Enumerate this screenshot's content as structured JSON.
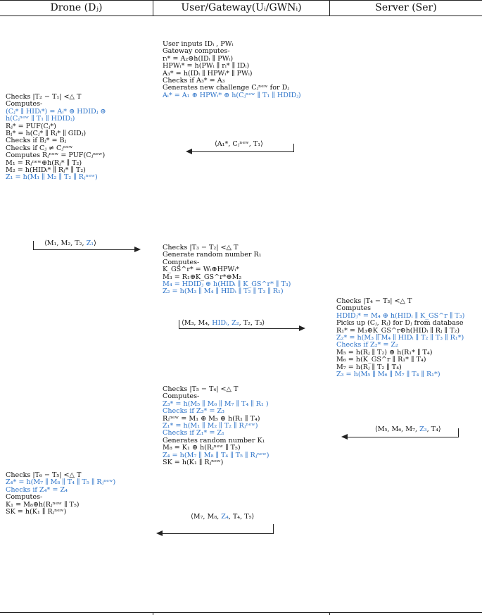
{
  "headers": {
    "drone": "Drone (Dⱼ)",
    "gateway": "User/Gateway(Uᵢ/GWNᵢ)",
    "server": "Server (Ser)"
  },
  "gateway_block1": [
    {
      "t": "User inputs IDᵢ , PWᵢ",
      "c": "k"
    },
    {
      "t": "Gateway computes-",
      "c": "k"
    },
    {
      "t": "rᵢ* = A₂⊕h(IDᵢ ∥ PWᵢ)",
      "c": "k"
    },
    {
      "t": "HPWᵢ* = h(PWᵢ ∥  rᵢ* ∥ IDᵢ)",
      "c": "k"
    },
    {
      "t": "A₃* = h(IDᵢ ∥  HPWᵢ* ∥ PWᵢ)",
      "c": "k"
    },
    {
      "t": "Checks if A₃* = A₃",
      "c": "k"
    },
    {
      "t": "Generates new challenge Cⱼⁿᵉʷ for Dⱼ",
      "c": "k"
    },
    {
      "t": "Aᵢ* = A₁ ⊕ HPWᵢ* ⊕ h(Cⱼⁿᵉʷ ∥ T₁ ∥ HDIDⱼ)",
      "c": "b"
    }
  ],
  "msg1": "⟨A₁*, Cⱼⁿᵉʷ, T₁⟩",
  "drone_block1": [
    {
      "t": "Checks |T₂ − T₁| <△ T",
      "c": "k"
    },
    {
      "t": "Computes-",
      "c": "k"
    },
    {
      "t": "(Cⱼ* ∥ HIDᵢ*) = Aᵢ* ⊕ HDIDⱼ ⊕",
      "c": "b"
    },
    {
      "t": "        h(Cⱼⁿᵉʷ ∥ T₁ ∥ HDIDⱼ)",
      "c": "b"
    },
    {
      "t": "Rⱼ* = PUF(Cⱼ*)",
      "c": "k"
    },
    {
      "t": "Bⱼ* = h(Cⱼ* ∥ Rⱼ* ∥ GIDⱼ)",
      "c": "k"
    },
    {
      "t": "Checks if Bⱼ* = Bⱼ",
      "c": "k"
    },
    {
      "t": "Checks if Cⱼ ≠ Cⱼⁿᵉʷ",
      "c": "k"
    },
    {
      "t": "Computes Rⱼⁿᵉʷ =  PUF(Cⱼⁿᵉʷ)",
      "c": "k"
    },
    {
      "t": "M₁ = Rⱼⁿᵉʷ⊕h(Rⱼ* ∥ T₂)",
      "c": "k"
    },
    {
      "t": "M₂ = h(HIDᵢ* ∥ Rⱼ* ∥ T₂)",
      "c": "k"
    },
    {
      "t": "Z₁ = h(M₁ ∥ M₂ ∥ T₂ ∥ Rⱼⁿᵉʷ)",
      "c": "b"
    }
  ],
  "msg2_a": "⟨M₁, M₂, T₂, ",
  "msg2_b": "Z₁",
  "msg2_c": "⟩",
  "gateway_block2": [
    {
      "t": "Checks |T₃ − T₂| <△ T",
      "c": "k"
    },
    {
      "t": "Generate random number R₁",
      "c": "k"
    },
    {
      "t": "Computes-",
      "c": "k"
    },
    {
      "t": "K_GS^r* = Wᵢ⊕HPWᵢ*",
      "c": "k"
    },
    {
      "t": "M₃ = R₁⊕K_GS^r*⊕M₂",
      "c": "k"
    },
    {
      "t": "M₄ = HDIDⱼ ⊕ h(HIDᵢ ∥ K_GS^r* ∥ T₃)",
      "c": "b"
    },
    {
      "t": "Z₂ = h(M₃ ∥ M₄ ∥ HIDᵢ ∥ T₂ ∥ T₃ ∥ R₁)",
      "c": "b"
    }
  ],
  "msg3_a": "⟨M₃, M₄, ",
  "msg3_b": "HIDᵢ, Z₂",
  "msg3_c": ", T₂, T₃⟩",
  "server_block1": [
    {
      "t": "Checks |T₄ − T₃| <△ T",
      "c": "k"
    },
    {
      "t": "Computes",
      "c": "k"
    },
    {
      "t": "HDIDⱼ* = M₄ ⊕ h(HIDᵢ ∥ K_GS^r ∥ T₃)",
      "c": "b"
    },
    {
      "t": "Picks up (Cⱼ, Rⱼ) for Dⱼ from database",
      "c": "k"
    },
    {
      "t": "R₁* = M₃⊕K_GS^r⊕h(HIDᵢ ∥ Rⱼ ∥ T₂)",
      "c": "k"
    },
    {
      "t": "Z₂* = h(M₃ ∥ M₄ ∥ HIDᵢ ∥ T₂ ∥ T₃ ∥ R₁*)",
      "c": "b"
    },
    {
      "t": "Checks if Z₂* = Z₂",
      "c": "b"
    },
    {
      "t": "M₅ = h(Rⱼ ∥ T₂) ⊕ h(R₁* ∥ T₄)",
      "c": "k"
    },
    {
      "t": "M₆ = h(K_GS^r ∥ R₁* ∥ T₄)",
      "c": "k"
    },
    {
      "t": "M₇ = h(Rⱼ ∥ T₂ ∥ T₄)",
      "c": "k"
    },
    {
      "t": "Z₃ = h(M₅ ∥ M₆ ∥ M₇ ∥ T₄ ∥ R₁*)",
      "c": "b"
    }
  ],
  "msg4_a": "⟨M₅, M₆, M₇, ",
  "msg4_b": "Z₃",
  "msg4_c": ", T₄⟩",
  "gateway_block3": [
    {
      "t": "Checks |T₅ − T₄| <△ T",
      "c": "k"
    },
    {
      "t": "Computes-",
      "c": "k"
    },
    {
      "t": "Z₃* = h(M₅ ∥ M₆ ∥ M₇ ∥ T₄ ∥ R₁ )",
      "c": "b"
    },
    {
      "t": "Checks if Z₃* = Z₃",
      "c": "b"
    },
    {
      "t": "Rⱼⁿᵉʷ = M₁ ⊕ M₅ ⊕ h(R₁ ∥ T₄)",
      "c": "k"
    },
    {
      "t": "Z₁* = h(M₁ ∥ M₂ ∥ T₂ ∥ Rⱼⁿᵉʷ)",
      "c": "b"
    },
    {
      "t": "Checks if Z₁* = Z₁",
      "c": "b"
    },
    {
      "t": "Generates random number K₁",
      "c": "k"
    },
    {
      "t": "M₈ = K₁ ⊕ h(Rⱼⁿᵉʷ ∥ T₅)",
      "c": "k"
    },
    {
      "t": "Z₄ = h(M₇ ∥ M₈ ∥ T₄ ∥ T₅ ∥ Rⱼⁿᵉʷ)",
      "c": "b"
    },
    {
      "t": "SK = h(K₁ ∥ Rⱼⁿᵉʷ)",
      "c": "k"
    }
  ],
  "msg5_a": "⟨M₇, M₈, ",
  "msg5_b": "Z₄",
  "msg5_c": ", T₄, T₅⟩",
  "drone_block2": [
    {
      "t": "Checks |T₆ − T₅| <△ T",
      "c": "k"
    },
    {
      "t": "Z₄* = h(M₇ ∥ M₈ ∥ T₄ ∥ T₅ ∥ Rⱼⁿᵉʷ)",
      "c": "b"
    },
    {
      "t": "Checks if Z₄* = Z₄",
      "c": "b"
    },
    {
      "t": "Computes-",
      "c": "k"
    },
    {
      "t": "K₁ = M₈⊕h(Rⱼⁿᵉʷ ∥ T₅)",
      "c": "k"
    },
    {
      "t": "SK = h(K₁ ∥ Rⱼⁿᵉʷ)",
      "c": "k"
    }
  ],
  "colors": {
    "blue": "#2e74c9",
    "black": "#111111"
  }
}
